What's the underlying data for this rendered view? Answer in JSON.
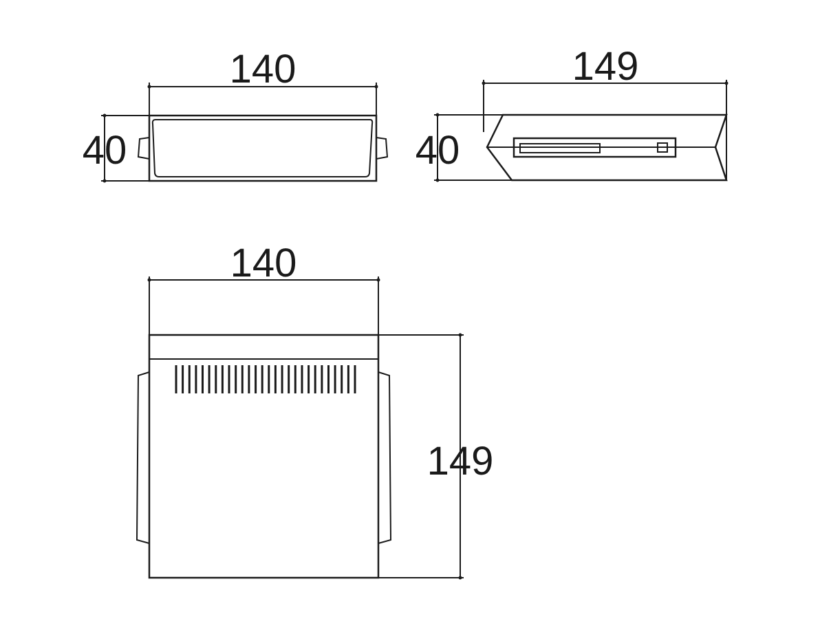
{
  "dimensions": {
    "front_width": "140",
    "front_height": "40",
    "side_length": "149",
    "side_height": "40",
    "top_width": "140",
    "top_length": "149"
  },
  "colors": {
    "line": "#1a1a1a",
    "background": "#ffffff"
  }
}
